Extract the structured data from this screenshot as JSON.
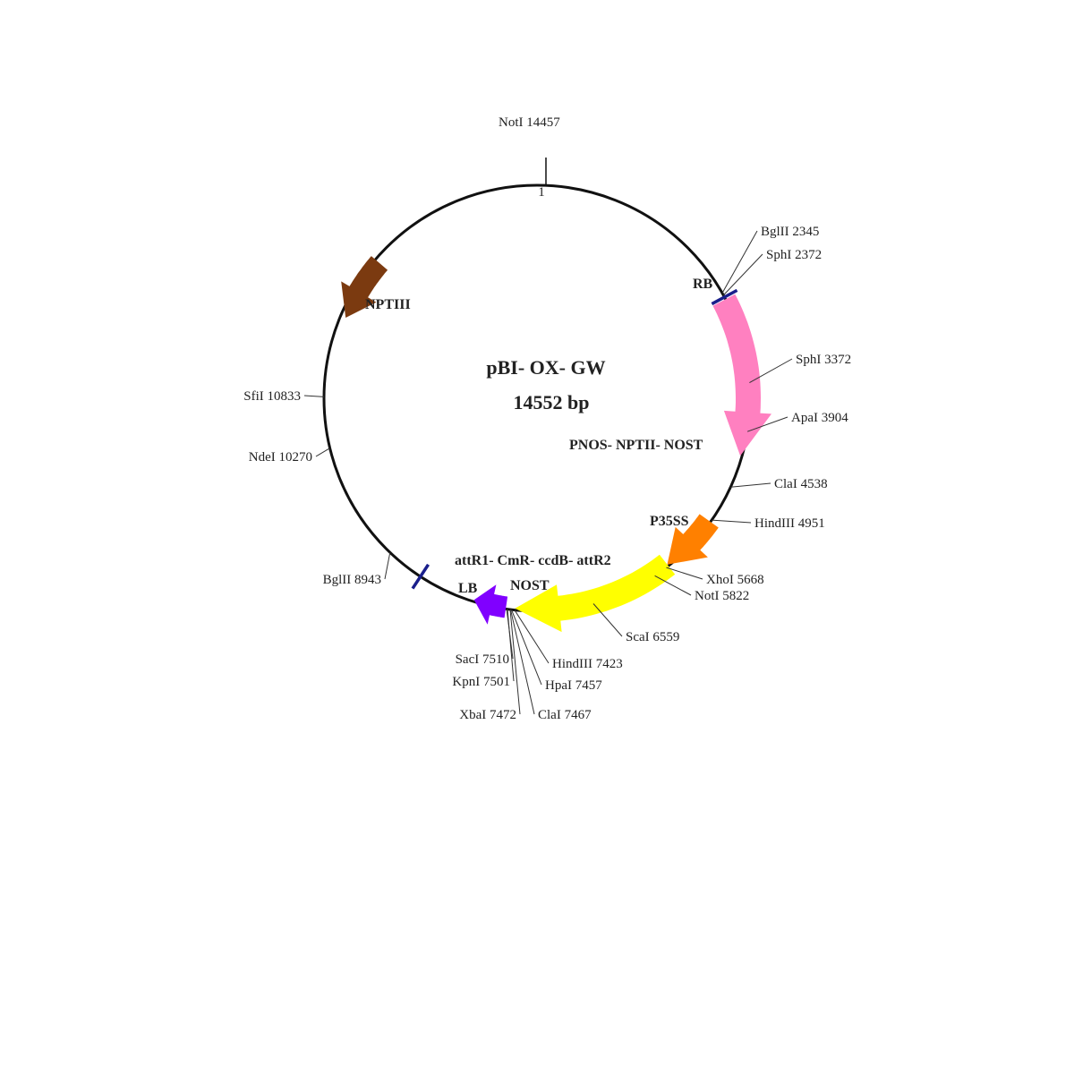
{
  "plasmid": {
    "name": "pBI- OX- GW",
    "size_label": "14552 bp",
    "length_bp": 14552,
    "origin_label": "1"
  },
  "colors": {
    "backbone": "#111111",
    "border_marker": "#1a1f8c",
    "pnos_nptii_nost": "#ff80c0",
    "p35ss": "#ff8000",
    "attr_cassette": "#ffff00",
    "nost": "#8000ff",
    "nptiii": "#7b3a10"
  },
  "features": [
    {
      "id": "pnos-nptii-nost",
      "label": "PNOS- NPTII- NOST",
      "start": 2420,
      "end": 4180,
      "color_key": "pnos_nptii_nost"
    },
    {
      "id": "p35ss",
      "label": "P35SS",
      "start": 4975,
      "end": 5640,
      "color_key": "p35ss"
    },
    {
      "id": "attr-cassette",
      "label": "attR1- CmR- ccdB- attR2",
      "start": 5640,
      "end": 7420,
      "color_key": "attr_cassette"
    },
    {
      "id": "nost",
      "label": "NOST",
      "start": 7520,
      "end": 7880,
      "color_key": "nost"
    },
    {
      "id": "nptiii",
      "label": "NPTIII",
      "start": 12460,
      "end": 11740,
      "color_key": "nptiii"
    }
  ],
  "borders": [
    {
      "id": "rb",
      "label": "RB",
      "pos": 2395
    },
    {
      "id": "lb",
      "label": "LB",
      "pos": 8520
    }
  ],
  "sites": [
    {
      "label": "NotI 14457",
      "pos": 14457
    },
    {
      "label": "BglII 2345",
      "pos": 2345
    },
    {
      "label": "SphI 2372",
      "pos": 2372
    },
    {
      "label": "SphI 3372",
      "pos": 3372
    },
    {
      "label": "ApaI 3904",
      "pos": 3904
    },
    {
      "label": "ClaI 4538",
      "pos": 4538
    },
    {
      "label": "HindIII 4951",
      "pos": 4951
    },
    {
      "label": "XhoI 5668",
      "pos": 5668
    },
    {
      "label": "NotI 5822",
      "pos": 5822
    },
    {
      "label": "ScaI 6559",
      "pos": 6559
    },
    {
      "label": "HindIII 7423",
      "pos": 7423
    },
    {
      "label": "HpaI 7457",
      "pos": 7457
    },
    {
      "label": "ClaI 7467",
      "pos": 7467
    },
    {
      "label": "XbaI 7472",
      "pos": 7472
    },
    {
      "label": "KpnI 7501",
      "pos": 7501
    },
    {
      "label": "SacI 7510",
      "pos": 7510
    },
    {
      "label": "BglII 8943",
      "pos": 8943
    },
    {
      "label": "NdeI 10270",
      "pos": 10270
    },
    {
      "label": "SfiI 10833",
      "pos": 10833
    }
  ]
}
